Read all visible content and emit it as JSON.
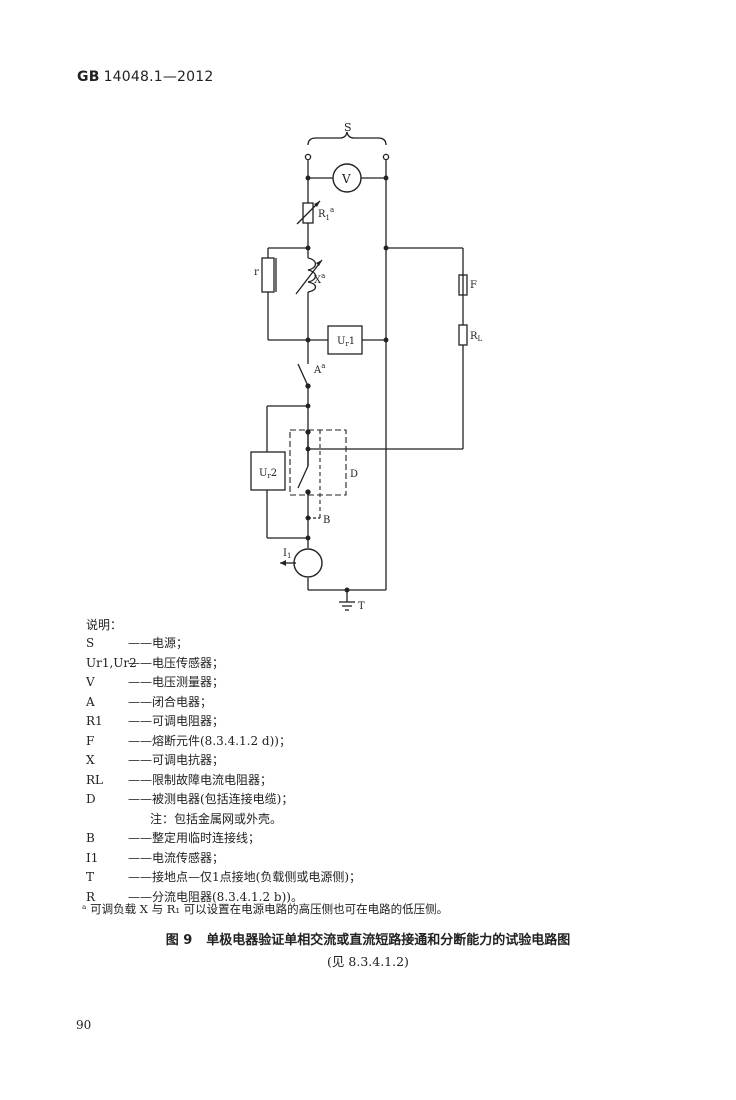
{
  "header": {
    "standard_prefix": "GB",
    "standard_number": "14048.1—2012"
  },
  "figure": {
    "labels": {
      "source": "S",
      "voltmeter": "V",
      "resistor_r1": "R",
      "resistor_r1_sub": "1",
      "resistor_r1_mark": "a",
      "reactor_x": "X",
      "reactor_x_mark": "a",
      "shunt_r": "r",
      "sensor_ur1": "U",
      "sensor_ur1_sub": "r",
      "sensor_ur1_num": "1",
      "switch_a": "A",
      "switch_a_mark": "a",
      "sensor_ur2": "U",
      "sensor_ur2_sub": "r",
      "sensor_ur2_num": "2",
      "device_d": "D",
      "link_b": "B",
      "current_sensor": "I",
      "current_sensor_sub": "1",
      "earth_t": "T",
      "fuse_f": "F",
      "load_rl": "R",
      "load_rl_sub": "L"
    }
  },
  "legend": {
    "heading": "说明：",
    "items": [
      {
        "symbol": "S",
        "desc": "——电源；"
      },
      {
        "symbol": "Ur1,Ur2",
        "desc": "——电压传感器；"
      },
      {
        "symbol": "V",
        "desc": "——电压测量器；"
      },
      {
        "symbol": "A",
        "desc": "——闭合电器；"
      },
      {
        "symbol": "R1",
        "desc": "——可调电阻器；"
      },
      {
        "symbol": "F",
        "desc": "——熔断元件(8.3.4.1.2 d))；"
      },
      {
        "symbol": "X",
        "desc": "——可调电抗器；"
      },
      {
        "symbol": "RL",
        "desc": "——限制故障电流电阻器；"
      },
      {
        "symbol": "D",
        "desc": "——被测电器(包括连接电缆)；"
      },
      {
        "symbol": "",
        "desc": "注：包括金属网或外壳。"
      },
      {
        "symbol": "B",
        "desc": "——整定用临时连接线；"
      },
      {
        "symbol": "I1",
        "desc": "——电流传感器；"
      },
      {
        "symbol": "T",
        "desc": "——接地点—仅1点接地(负载侧或电源侧)；"
      },
      {
        "symbol": "R",
        "desc": "——分流电阻器(8.3.4.1.2 b))。"
      }
    ],
    "footnote": "ᵃ 可调负载 X 与 R₁ 可以设置在电源电路的高压侧也可在电路的低压侧。"
  },
  "caption": {
    "label": "图 9",
    "title": "单极电器验证单相交流或直流短路接通和分断能力的试验电路图",
    "ref": "(见 8.3.4.1.2)"
  },
  "page_number": "90"
}
